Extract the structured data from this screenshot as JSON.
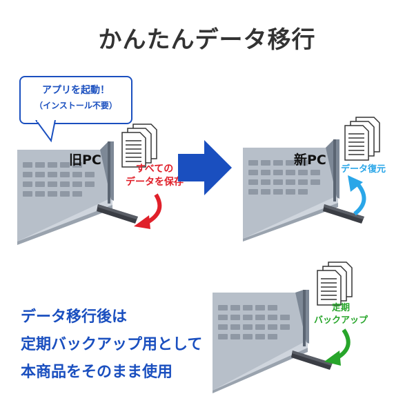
{
  "title": "かんたんデータ移行",
  "bubble": {
    "line1": "アプリを起動！",
    "line2": "（インストール不要）"
  },
  "old_pc": {
    "label": "旧PC",
    "save_line1": "すべての",
    "save_line2": "データを保存"
  },
  "new_pc": {
    "label": "新PC",
    "restore_label": "データ復元"
  },
  "backup": {
    "line1": "定期",
    "line2": "バックアップ"
  },
  "note": {
    "line1": "データ移行後は",
    "line2": "定期バックアップ用として",
    "line3": "本商品をそのまま使用"
  },
  "colors": {
    "accent_blue": "#1a4fbf",
    "save_red": "#e0202a",
    "restore_cyan": "#2aa6e8",
    "backup_green": "#27a52a"
  },
  "icons": [
    "document-stack-icon",
    "laptop-icon",
    "usb-drive-icon",
    "right-arrow-icon",
    "curved-arrow-icon"
  ]
}
